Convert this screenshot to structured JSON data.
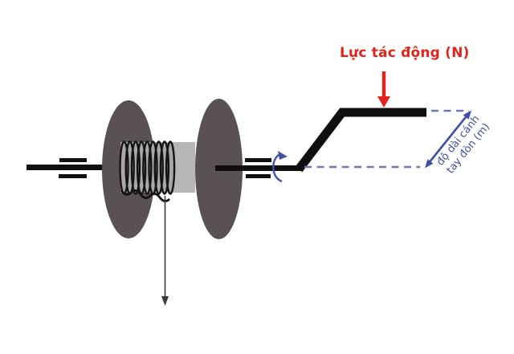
{
  "diagram": {
    "title": "windlass-torque-diagram",
    "labels": {
      "force": "Lực tác động (N)",
      "lever_arm": "độ dài cánh tay đòn (m)"
    },
    "colors": {
      "force_red": "#e2231a",
      "lever_blue": "#3f51a3",
      "dashed_guide_blue": "#6b79bd",
      "rotation_blue": "#4053a8",
      "disk": "#595152",
      "drum": "#b6b6b6",
      "drum_shaded": "#a8a8a8",
      "coil": "#141414",
      "axle": "#0f0f0f",
      "rope": "#3a3a3a"
    }
  }
}
